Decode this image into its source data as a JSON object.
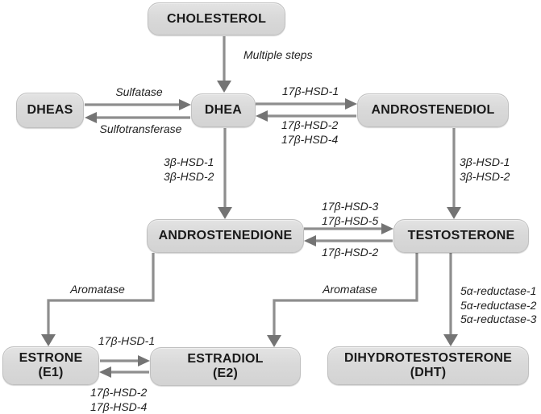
{
  "colors": {
    "background": "#ffffff",
    "node_fill": "#d9d9d9",
    "node_border": "#c0c0c0",
    "node_text": "#1a1a1a",
    "arrow_shaft": "#8e8e8e",
    "arrow_head": "#747474",
    "enzyme_text": "#1f1f1f"
  },
  "nodes": {
    "cholesterol": {
      "label": "CHOLESTEROL"
    },
    "dheas": {
      "label": "DHEAS"
    },
    "dhea": {
      "label": "DHEA"
    },
    "androstenediol": {
      "label": "ANDROSTENEDIOL"
    },
    "androstenedione": {
      "label": "ANDROSTENEDIONE"
    },
    "testosterone": {
      "label": "TESTOSTERONE"
    },
    "estrone": {
      "label": "ESTRONE",
      "sublabel": "(E1)"
    },
    "estradiol": {
      "label": "ESTRADIOL",
      "sublabel": "(E2)"
    },
    "dht": {
      "label": "DIHYDROTESTOSTERONE",
      "sublabel": "(DHT)"
    }
  },
  "enzymes": {
    "multiple_steps": {
      "lines": [
        "Multiple steps"
      ]
    },
    "sulfatase": {
      "lines": [
        "Sulfatase"
      ]
    },
    "sulfotransferase": {
      "lines": [
        "Sulfotransferase"
      ]
    },
    "hsd17_1": {
      "lines": [
        "17β-HSD-1"
      ]
    },
    "hsd17_2": {
      "lines": [
        "17β-HSD-2"
      ]
    },
    "hsd17_24": {
      "lines": [
        "17β-HSD-2",
        "17β-HSD-4"
      ]
    },
    "hsd17_35": {
      "lines": [
        "17β-HSD-3",
        "17β-HSD-5"
      ]
    },
    "hsd3_12": {
      "lines": [
        "3β-HSD-1",
        "3β-HSD-2"
      ]
    },
    "aromatase": {
      "lines": [
        "Aromatase"
      ]
    },
    "reductase5a": {
      "lines": [
        "5α-reductase-1",
        "5α-reductase-2",
        "5α-reductase-3"
      ]
    }
  },
  "edges": [
    {
      "from": "cholesterol",
      "to": "dhea",
      "enzyme": "multiple_steps"
    },
    {
      "from": "dheas",
      "to": "dhea",
      "enzyme": "sulfatase"
    },
    {
      "from": "dhea",
      "to": "dheas",
      "enzyme": "sulfotransferase"
    },
    {
      "from": "dhea",
      "to": "androstenediol",
      "enzyme": "hsd17_1"
    },
    {
      "from": "androstenediol",
      "to": "dhea",
      "enzyme": "hsd17_24"
    },
    {
      "from": "dhea",
      "to": "androstenedione",
      "enzyme": "hsd3_12"
    },
    {
      "from": "androstenediol",
      "to": "testosterone",
      "enzyme": "hsd3_12"
    },
    {
      "from": "androstenedione",
      "to": "testosterone",
      "enzyme": "hsd17_35"
    },
    {
      "from": "testosterone",
      "to": "androstenedione",
      "enzyme": "hsd17_2"
    },
    {
      "from": "androstenedione",
      "to": "estrone",
      "enzyme": "aromatase"
    },
    {
      "from": "testosterone",
      "to": "estradiol",
      "enzyme": "aromatase"
    },
    {
      "from": "testosterone",
      "to": "dht",
      "enzyme": "reductase5a"
    },
    {
      "from": "estrone",
      "to": "estradiol",
      "enzyme": "hsd17_1"
    },
    {
      "from": "estradiol",
      "to": "estrone",
      "enzyme": "hsd17_24"
    }
  ]
}
